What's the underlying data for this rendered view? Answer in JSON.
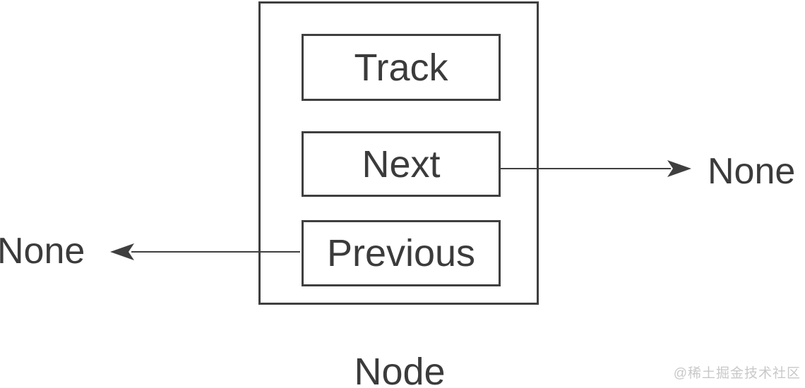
{
  "diagram": {
    "node": {
      "label": "Node",
      "fields": [
        {
          "id": "track",
          "label": "Track"
        },
        {
          "id": "next",
          "label": "Next"
        },
        {
          "id": "previous",
          "label": "Previous"
        }
      ]
    },
    "pointers": [
      {
        "from": "next",
        "direction": "right",
        "target_label": "None"
      },
      {
        "from": "previous",
        "direction": "left",
        "target_label": "None"
      }
    ],
    "colors": {
      "line": "#3f3f3f",
      "text": "#3b3b3b",
      "background": "#ffffff",
      "watermark": "#c8c8c8"
    }
  },
  "watermark": {
    "text": "@稀土掘金技术社区"
  }
}
